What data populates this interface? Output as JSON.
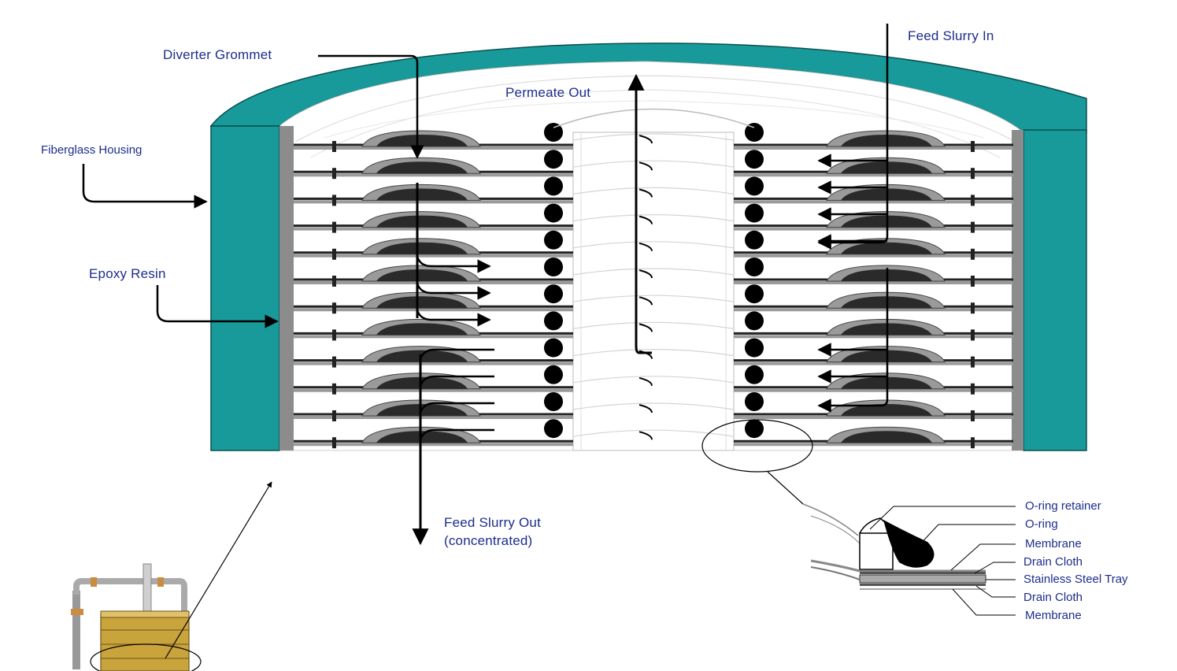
{
  "labels": {
    "feed_in": "Feed Slurry In",
    "diverter": "Diverter Grommet",
    "permeate": "Permeate Out",
    "housing": "Fiberglass Housing",
    "epoxy": "Epoxy Resin",
    "feed_out_1": "Feed Slurry Out",
    "feed_out_2": "(concentrated)"
  },
  "detail_labels": {
    "oring_retainer": "O-ring retainer",
    "oring": "O-ring",
    "membrane_top": "Membrane",
    "drain_cloth_top": "Drain Cloth",
    "tray": "Stainless Steel Tray",
    "drain_cloth_bottom": "Drain Cloth",
    "membrane_bottom": "Membrane"
  },
  "colors": {
    "housing": "#189a9a",
    "label_text": "#1c2d8c",
    "plate_dark": "#2a2a2a",
    "plate_gray": "#9a9a9a",
    "resin": "#8c8c8c",
    "canister": "#c9a43c"
  }
}
